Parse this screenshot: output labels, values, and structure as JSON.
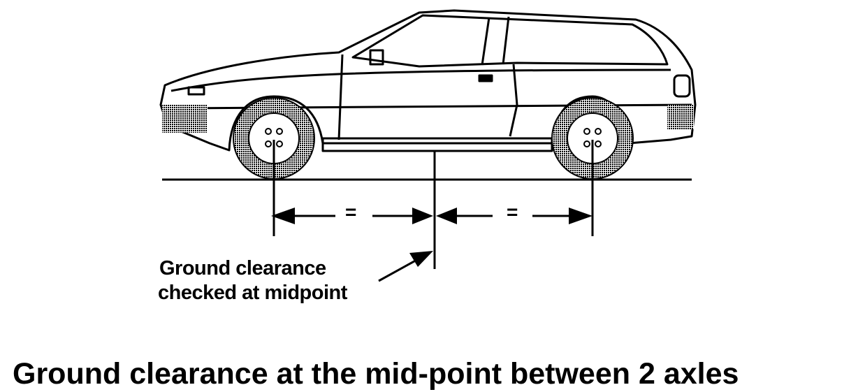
{
  "diagram": {
    "annotation_line1": "Ground clearance",
    "annotation_line2": "checked at midpoint",
    "equal_mark_left": "=",
    "equal_mark_right": "=",
    "caption": "Ground clearance at the mid-point between 2 axles"
  },
  "colors": {
    "ink": "#000000",
    "background": "#ffffff",
    "tire_shade": "#888888"
  }
}
